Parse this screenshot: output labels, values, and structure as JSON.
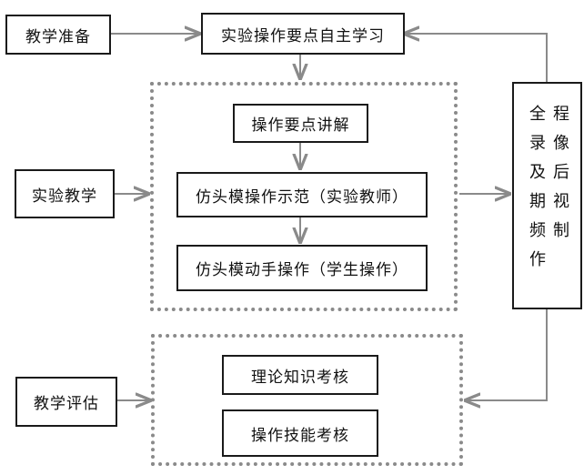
{
  "nodes": {
    "teaching_prep": "教学准备",
    "self_study": "实验操作要点自主学习",
    "key_points": "操作要点讲解",
    "demo": "仿头模操作示范（实验教师）",
    "practice": "仿头模动手操作（学生操作）",
    "experiment_teaching": "实验教学",
    "theory_assessment": "理论知识考核",
    "skill_assessment": "操作技能考核",
    "evaluation": "教学评估",
    "video_col1": [
      "全",
      "录",
      "及",
      "期",
      "频",
      "作"
    ],
    "video_col2": [
      "程",
      "像",
      "后",
      "视",
      "制"
    ]
  },
  "colors": {
    "line": "#8a8a8a",
    "border": "#1a1a1a",
    "dotted": "#8a8a8a"
  }
}
